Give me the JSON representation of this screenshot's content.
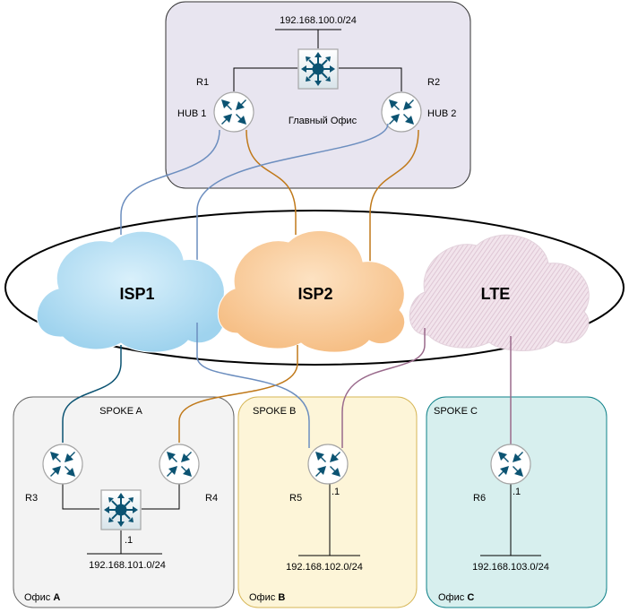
{
  "colors": {
    "isp1": "#6c8ebf",
    "isp2": "#c0791a",
    "lte": "#9a6a8c",
    "device": "#0b5372",
    "main_office_fill": "#e8e5f0",
    "office_a_fill": "#f3f3f3",
    "office_b_fill": "#fdf5d8",
    "office_c_fill": "#d7efee"
  },
  "main_office": {
    "label": "Главный Офис",
    "network": "192.168.100.0/24",
    "r1": {
      "name": "R1",
      "role": "HUB 1"
    },
    "r2": {
      "name": "R2",
      "role": "HUB 2"
    }
  },
  "clouds": {
    "isp1": "ISP1",
    "isp2": "ISP2",
    "lte": "LTE"
  },
  "office_a": {
    "title": "SPOKE A",
    "label_prefix": "Офис ",
    "label_letter": "A",
    "r3": "R3",
    "r4": "R4",
    "switch_ip": ".1",
    "network": "192.168.101.0/24"
  },
  "office_b": {
    "title": "SPOKE B",
    "label_prefix": "Офис ",
    "label_letter": "B",
    "r5": "R5",
    "router_ip": ".1",
    "network": "192.168.102.0/24"
  },
  "office_c": {
    "title": "SPOKE C",
    "label_prefix": "Офис ",
    "label_letter": "C",
    "r6": "R6",
    "router_ip": ".1",
    "network": "192.168.103.0/24"
  }
}
